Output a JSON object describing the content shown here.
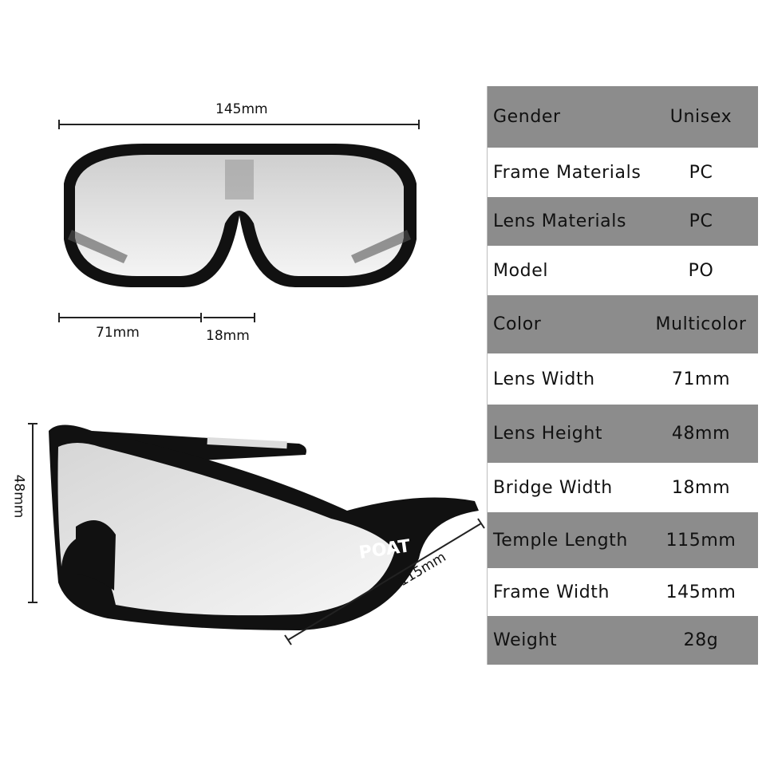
{
  "dimensions": {
    "frame_width": "145mm",
    "lens_width": "71mm",
    "bridge_width": "18mm",
    "lens_height": "48mm",
    "temple_length": "115mm"
  },
  "brand_logo_text": "POAT",
  "specs": [
    {
      "label": "Gender",
      "value": "Unisex"
    },
    {
      "label": "Frame Materials",
      "value": "PC"
    },
    {
      "label": "Lens Materials",
      "value": "PC"
    },
    {
      "label": "Model",
      "value": "PO"
    },
    {
      "label": "Color",
      "value": "Multicolor"
    },
    {
      "label": "Lens Width",
      "value": "71mm"
    },
    {
      "label": "Lens Height",
      "value": "48mm"
    },
    {
      "label": "Bridge Width",
      "value": "18mm"
    },
    {
      "label": "Temple Length",
      "value": "115mm"
    },
    {
      "label": "Frame Width",
      "value": "145mm"
    },
    {
      "label": "Weight",
      "value": "28g"
    }
  ],
  "colors": {
    "row_shaded": "#8c8c8c",
    "row_plain": "#ffffff",
    "frame": "#111111"
  }
}
